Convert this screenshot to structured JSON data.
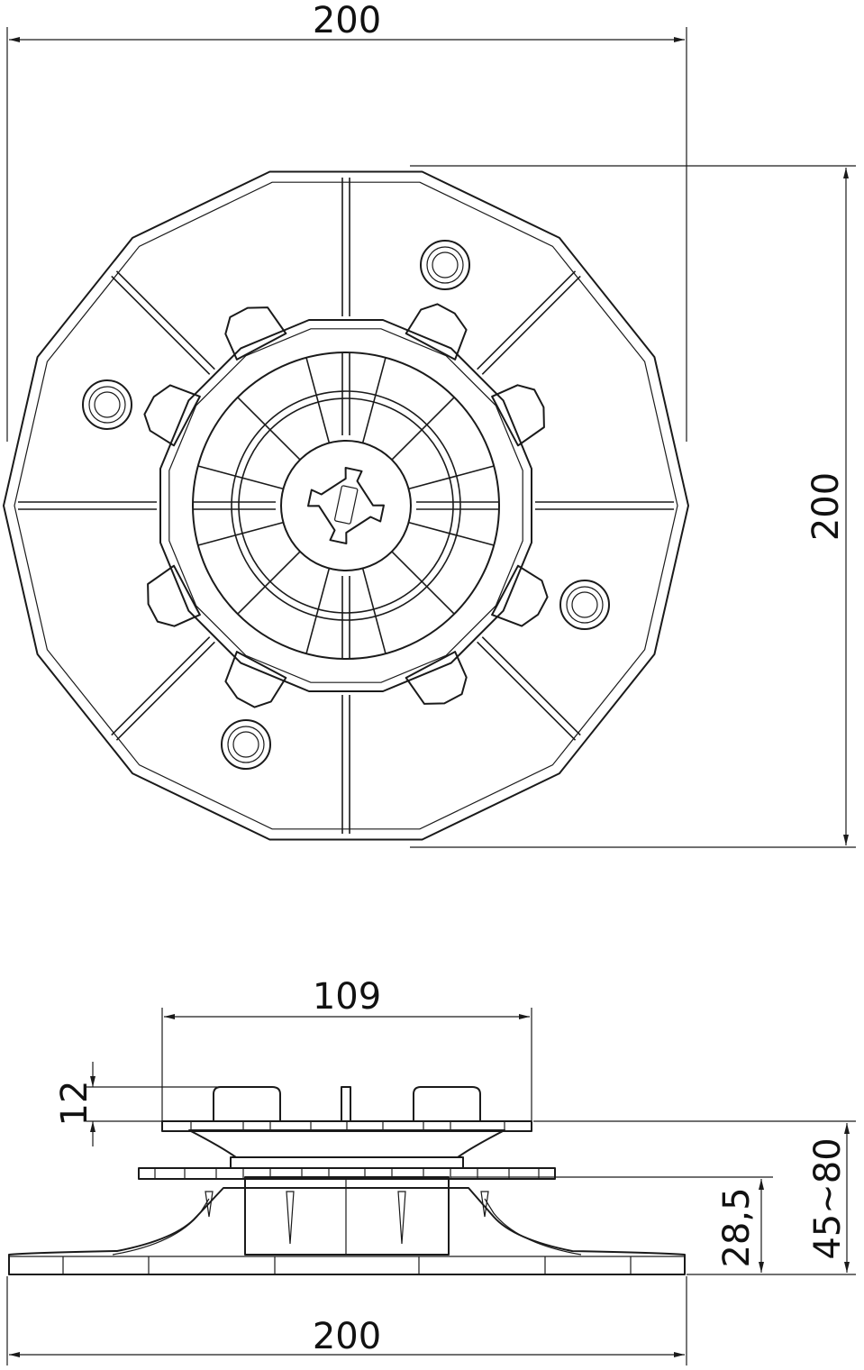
{
  "top_view": {
    "dim_width": "200",
    "dim_height": "200"
  },
  "side_view": {
    "dim_head_width": "109",
    "dim_head_height": "12",
    "dim_base_height": "28,5",
    "dim_total_height": "45~80",
    "dim_base_width": "200"
  },
  "colors": {
    "line": "#1a1a1a",
    "background": "#ffffff"
  }
}
